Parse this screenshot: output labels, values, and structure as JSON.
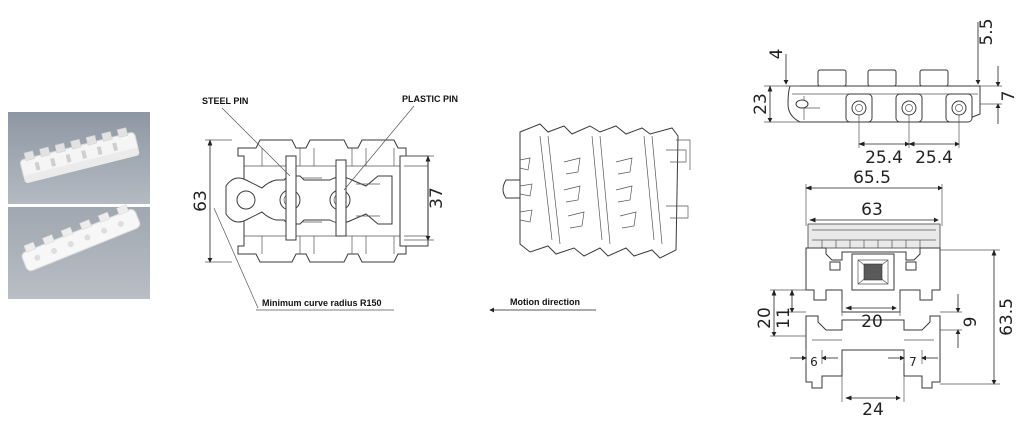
{
  "labels": {
    "steel_pin": "STEEL PIN",
    "plastic_pin": "PLASTIC PIN",
    "curve_radius": "Minimum curve radius  R150",
    "motion": "Motion direction"
  },
  "dims": {
    "top_height": "63",
    "top_width": "37",
    "side_4": "4",
    "side_5_5": "5.5",
    "side_23": "23",
    "side_7": "7",
    "pitch_a": "25.4",
    "pitch_b": "25.4",
    "w65_5": "65.5",
    "w63": "63",
    "h63_5": "63.5",
    "d20": "20",
    "d11": "11",
    "d20b": "20",
    "d9": "9",
    "d6": "6",
    "d7": "7",
    "d24": "24"
  },
  "colors": {
    "photo_bg_top": "#9aa3ad",
    "photo_bg_bottom": "#a9b0b8",
    "chain": "#f4f4f4"
  }
}
